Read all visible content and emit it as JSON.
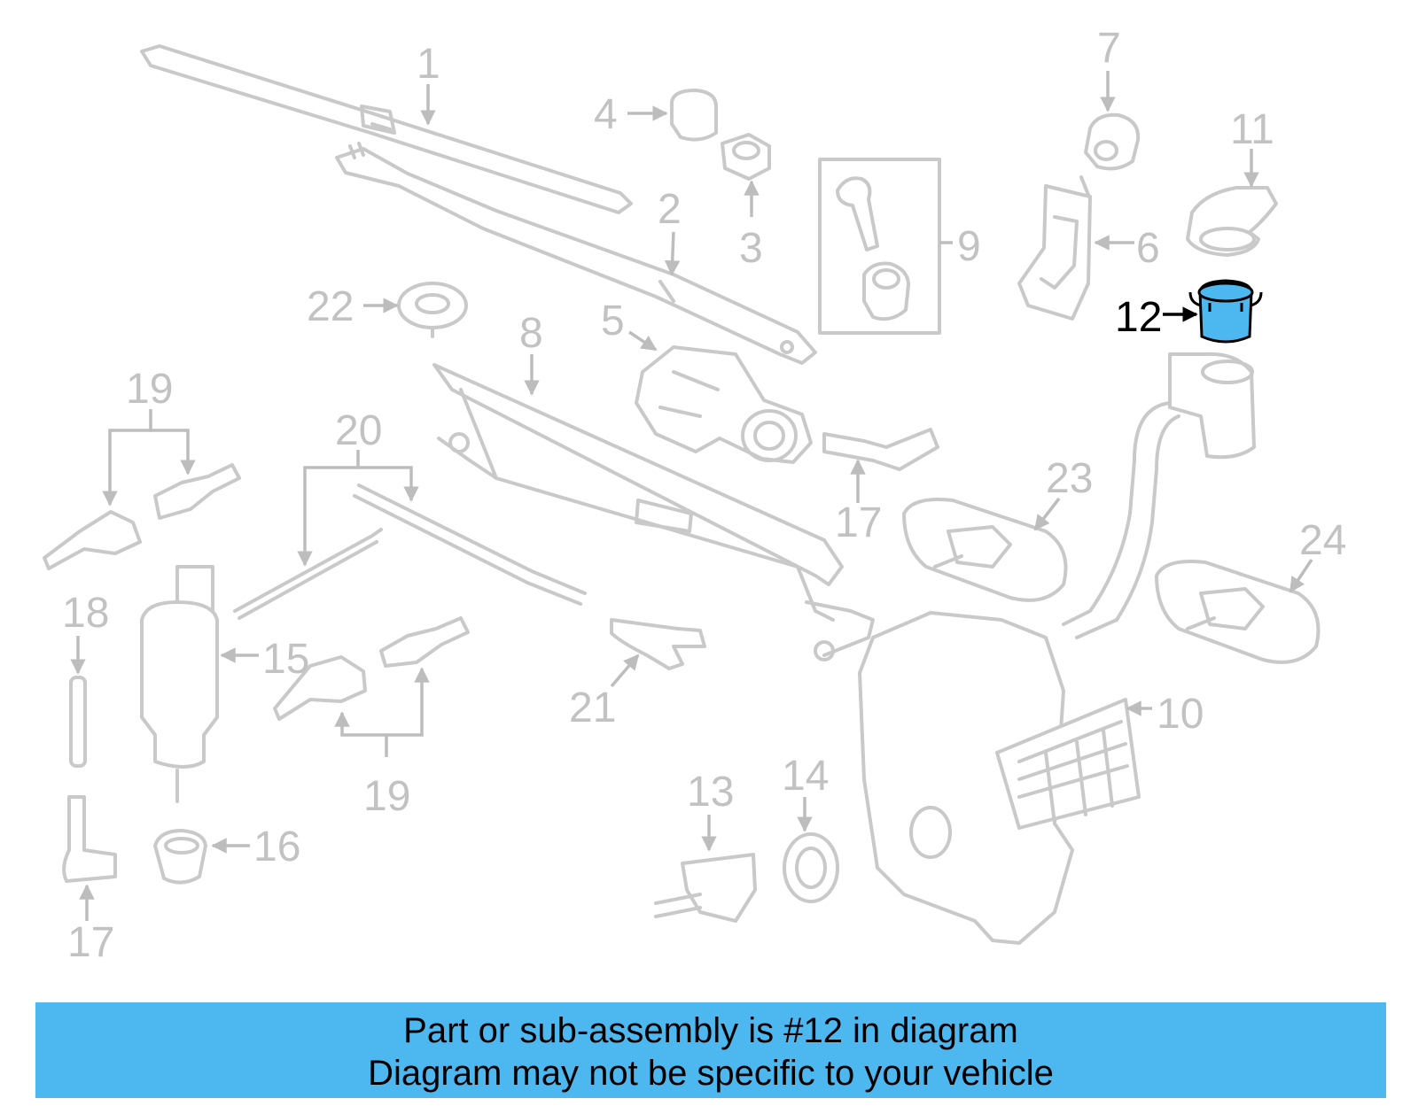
{
  "diagram": {
    "highlight_color": "#4db8f0",
    "line_color": "#c9c9c9",
    "callouts": {
      "c1": "1",
      "c2": "2",
      "c3": "3",
      "c4": "4",
      "c5": "5",
      "c6": "6",
      "c7": "7",
      "c8": "8",
      "c9": "9",
      "c10": "10",
      "c11": "11",
      "c12": "12",
      "c13": "13",
      "c14": "14",
      "c15": "15",
      "c16": "16",
      "c17a": "17",
      "c17b": "17",
      "c18": "18",
      "c19a": "19",
      "c19b": "19",
      "c20": "20",
      "c21": "21",
      "c22": "22",
      "c23": "23",
      "c24": "24"
    }
  },
  "banner": {
    "line1": "Part or sub-assembly is #12 in diagram",
    "line2": "Diagram may not be specific to your vehicle"
  }
}
